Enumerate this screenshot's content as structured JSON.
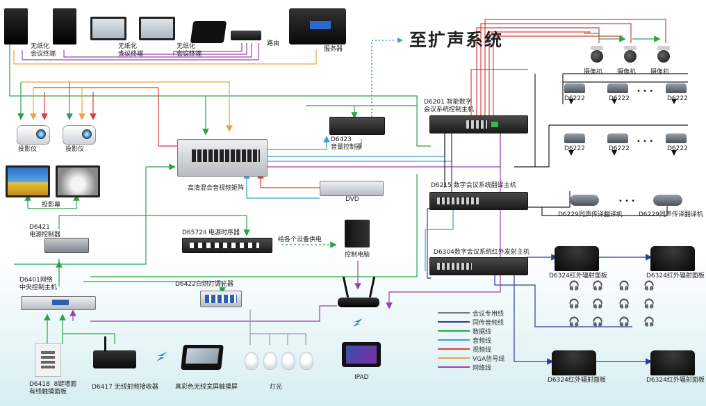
{
  "title": "至扩声系统",
  "labels": {
    "paperless_terminal_a": "无纸化\n会议终端",
    "paperless_terminal_b": "无纸化\n会议终端",
    "paperless_terminal_c": "无纸化\n会议终端",
    "router": "路由",
    "server": "服务器",
    "projector_left": "投影仪",
    "projector_right": "投影仪",
    "projection_screen": "投影幕",
    "matrix": "高清混合音视频矩阵",
    "volume_controller": "D6423\n音量控制器",
    "main_controller": "D6201 智能数字\n会议系统控制主机",
    "dvd": "DVD",
    "power_controller": "D6421\n电源控制器",
    "power_sequencer": "D6572II 电源时序器",
    "power_supply_note": "给各个设备供电",
    "control_pc": "控制电脑",
    "central_controller": "D6401网络\n中央控制主机",
    "dimmer": "D6422白炽灯调光器",
    "translation_host": "D6215 数字会议系统翻译主机",
    "interpreter_unit_a": "D6229同声传译翻译机",
    "interpreter_unit_b": "D6229同声传译翻译机",
    "ir_host": "D6304数字会议系统红外发射主机",
    "ir_panel_top_left": "D6324红外辐射面板",
    "ir_panel_top_right": "D6324红外辐射面板",
    "ir_panel_bottom_left": "D6324红外辐射面板",
    "ir_panel_bottom_right": "D6324红外辐射面板",
    "touch_panel_8": "D6418  8键墙面\n有线触摸面板",
    "wireless_receiver": "D6417 无线射频接收器",
    "wireless_touchscreen": "真彩色无线宽屏触摸屏",
    "lights": "灯光",
    "ipad": "IPAD",
    "camera_1": "摄像机",
    "camera_2": "摄像机",
    "camera_3": "摄像机",
    "mic_row1": [
      "D6222",
      "D6222",
      "D6222"
    ],
    "mic_row2": [
      "D6222",
      "D6222",
      "D6222"
    ],
    "ellipsis": "• • •"
  },
  "legend": [
    {
      "label": "会议专用线",
      "color": "#7a7a7a"
    },
    {
      "label": "同传音频线",
      "color": "#2b3a9a"
    },
    {
      "label": "数据线",
      "color": "#2aa24a"
    },
    {
      "label": "音频线",
      "color": "#3aa0d8"
    },
    {
      "label": "视频线",
      "color": "#e03b3b"
    },
    {
      "label": "VGA信号线",
      "color": "#f0a03a"
    },
    {
      "label": "网络线",
      "color": "#9b3fb0"
    }
  ],
  "colors": {
    "meeting_line": "#7a7a7a",
    "sync_audio": "#2b3a9a",
    "data": "#2aa24a",
    "audio": "#3aa0d8",
    "video": "#e03b3b",
    "vga": "#f0a03a",
    "network": "#9b3fb0",
    "dotted_to_pa": "#3aa0d8"
  }
}
